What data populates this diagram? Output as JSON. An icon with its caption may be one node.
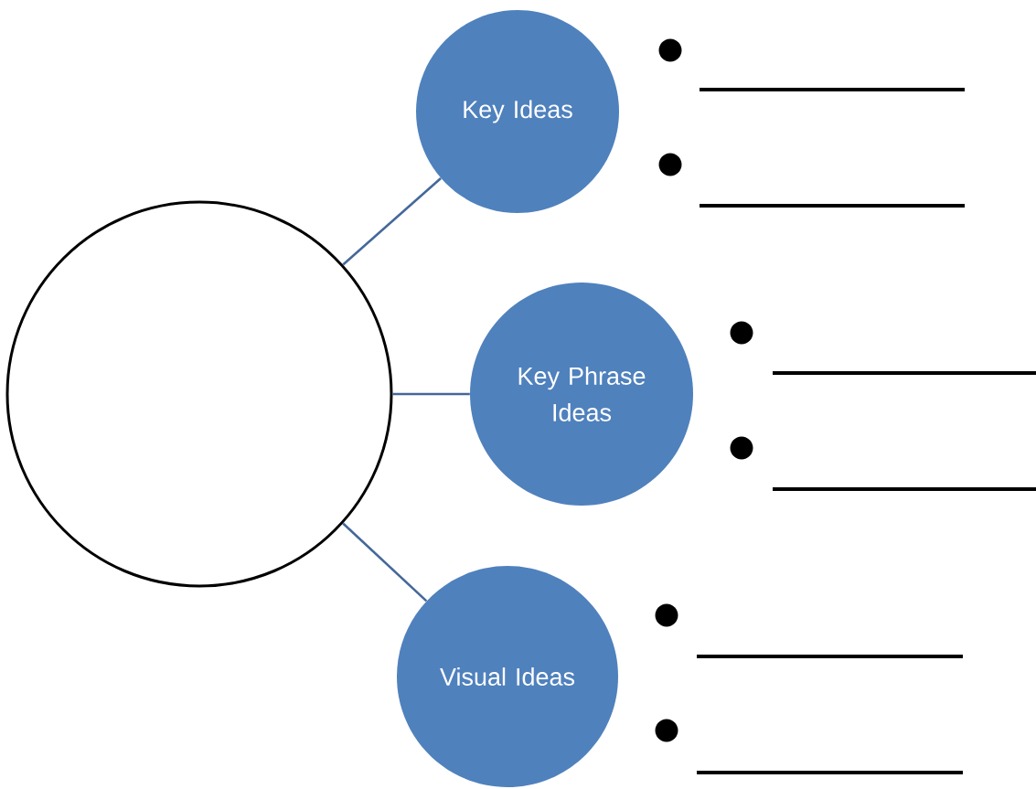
{
  "diagram": {
    "nodes": [
      {
        "text": [],
        "shape": "circle"
      },
      {
        "text": [
          "Key Ideas"
        ]
      },
      {
        "text": [
          "Key Phrase Ideas"
        ]
      },
      {
        "text": [
          "Visual Ideas"
        ]
      }
    ],
    "edges": [
      {
        "from": 0,
        "to": 1,
        "arrow": "none"
      },
      {
        "from": 0,
        "to": 2,
        "arrow": "none"
      },
      {
        "from": 0,
        "to": 3,
        "arrow": "none"
      }
    ]
  }
}
